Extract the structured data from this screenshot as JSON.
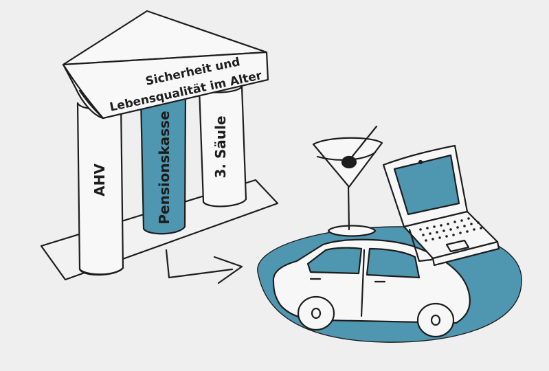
{
  "roof": {
    "line1": "Sicherheit und",
    "line2": "Lebensqualität im Alter"
  },
  "pillars": {
    "left": "AHV",
    "middle": "Pensionskasse",
    "right": "3. Säule"
  },
  "colors": {
    "background": "#efefef",
    "accent": "#4f97b1",
    "ink": "#1d1d1d",
    "paper": "#f7f7f7"
  }
}
